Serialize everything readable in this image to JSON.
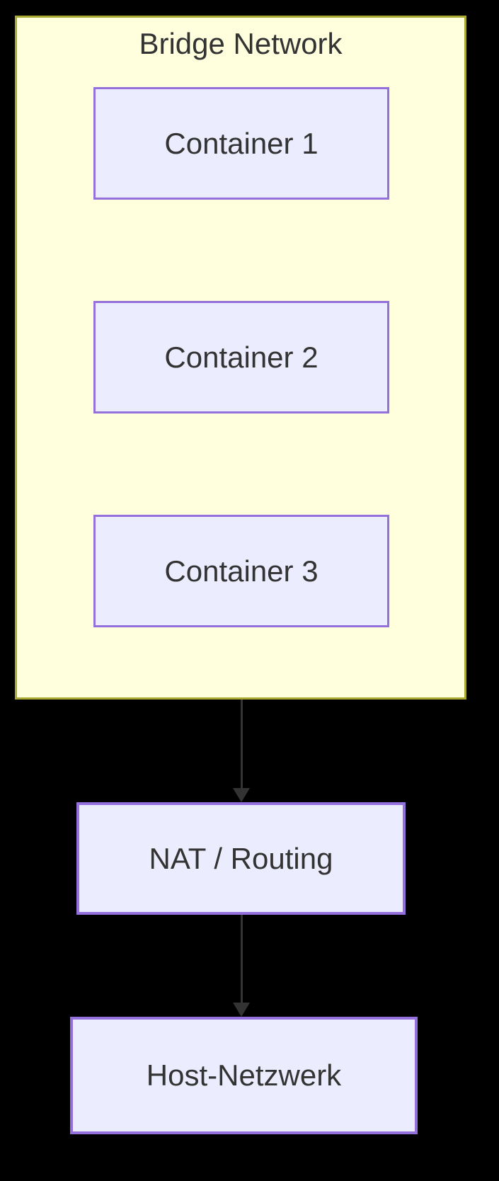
{
  "diagram": {
    "type": "flowchart-top-down",
    "cluster": {
      "label": "Bridge Network",
      "nodes": [
        {
          "id": "C1",
          "label": "Container 1"
        },
        {
          "id": "C2",
          "label": "Container 2"
        },
        {
          "id": "C3",
          "label": "Container 3"
        }
      ]
    },
    "flow_nodes": [
      {
        "id": "NAT",
        "label": "NAT / Routing"
      },
      {
        "id": "HOST",
        "label": "Host-Netzwerk"
      }
    ],
    "edges": [
      {
        "from": "Bridge Network",
        "to": "NAT / Routing"
      },
      {
        "from": "NAT / Routing",
        "to": "Host-Netzwerk"
      }
    ],
    "colors": {
      "bg": "#000000",
      "cluster-fill": "#ffffde",
      "cluster-border": "#aaaa33",
      "node-fill": "#ececff",
      "node-border": "#9370db",
      "text": "#333333",
      "arrow": "#333333"
    }
  }
}
